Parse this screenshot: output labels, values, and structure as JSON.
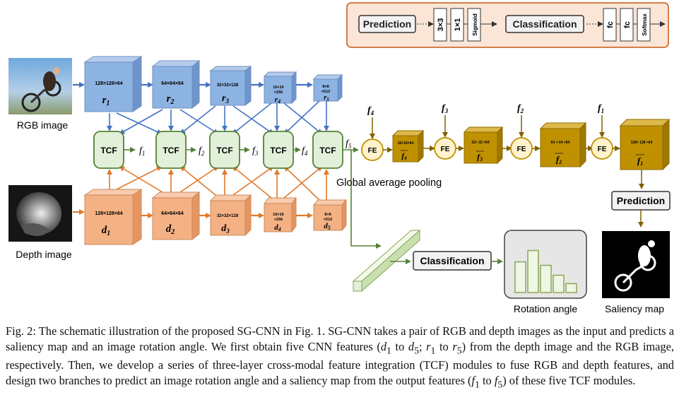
{
  "legend": {
    "prediction": "Prediction",
    "classification": "Classification",
    "layers_prediction": [
      "3×3",
      "1×1",
      "Sigmoid"
    ],
    "layers_classification": [
      "fc",
      "fc",
      "Softmax"
    ]
  },
  "inputs": {
    "rgb_label": "RGB image",
    "depth_label": "Depth image"
  },
  "rgb_blocks": [
    {
      "dims": "128×128×64",
      "name": "r",
      "sub": "1"
    },
    {
      "dims": "64×64×64",
      "name": "r",
      "sub": "2"
    },
    {
      "dims": "32×32×128",
      "name": "r",
      "sub": "3"
    },
    {
      "dims1": "16×16",
      "dims2": "×256",
      "name": "r",
      "sub": "4"
    },
    {
      "dims1": "8×8",
      "dims2": "×512",
      "name": "r",
      "sub": "5"
    }
  ],
  "depth_blocks": [
    {
      "dims": "128×128×64",
      "name": "d",
      "sub": "1"
    },
    {
      "dims": "64×64×64",
      "name": "d",
      "sub": "2"
    },
    {
      "dims": "32×32×128",
      "name": "d",
      "sub": "3"
    },
    {
      "dims1": "16×16",
      "dims2": "×256",
      "name": "d",
      "sub": "4"
    },
    {
      "dims1": "8×8",
      "dims2": "×512",
      "name": "d",
      "sub": "5"
    }
  ],
  "tcf": {
    "label": "TCF",
    "outputs": [
      {
        "name": "f",
        "sub": "1"
      },
      {
        "name": "f",
        "sub": "2"
      },
      {
        "name": "f",
        "sub": "3"
      },
      {
        "name": "f",
        "sub": "4"
      },
      {
        "name": "f",
        "sub": "5"
      }
    ]
  },
  "fe": {
    "label": "FE",
    "inputs": [
      {
        "name": "f",
        "sub": "4"
      },
      {
        "name": "f",
        "sub": "3"
      },
      {
        "name": "f",
        "sub": "2"
      },
      {
        "name": "f",
        "sub": "1"
      }
    ]
  },
  "decoder_blocks": [
    {
      "dims": "16×16×64",
      "sub": "4"
    },
    {
      "dims": "32× 32 ×64",
      "sub": "3"
    },
    {
      "dims": "64 × 64 ×64",
      "sub": "2"
    },
    {
      "dims": "128× 128 ×64",
      "sub": "1"
    }
  ],
  "gap_label": "Global average pooling",
  "prediction_label": "Prediction",
  "classification_label": "Classification",
  "rotation_label": "Rotation angle",
  "saliency_label": "Saliency map",
  "rotation_bars": [
    0.62,
    0.85,
    0.55,
    0.35,
    0.18
  ],
  "colors": {
    "rgb": "#8db3e2",
    "depth": "#f4b183",
    "tcf": "#e2efd9",
    "tcf_border": "#548235",
    "decoder": "#bf9000",
    "fe": "#fff2cc",
    "fe_border": "#bf9000",
    "blue_arrow": "#4472c4",
    "orange_arrow": "#e07a2c",
    "green_arrow": "#548235",
    "legend_border": "#c55a11",
    "legend_bg": "#fbe5d6"
  },
  "caption": {
    "p1": "Fig. 2: The schematic illustration of the proposed SG-CNN in Fig. 1. SG-CNN takes a pair of RGB and depth images as the input and predicts a saliency map and an image rotation angle. We first obtain five CNN features (",
    "p1_d1": "d",
    "p1_s1": "1",
    "p1_to1": " to ",
    "p1_d5": "d",
    "p1_s5": "5",
    "p1_sep": "; ",
    "p1_r1": "r",
    "p1_rs1": "1",
    "p1_to2": " to ",
    "p1_r5": "r",
    "p1_rs5": "5",
    "p2": ") from the depth image and the RGB image, respectively. Then, we develop a series of three-layer cross-modal feature integration (TCF) modules to fuse RGB and depth features, and design two branches to predict an image rotation angle and a saliency map from the output features (",
    "p2_f1": "f",
    "p2_fs1": "1",
    "p2_to": " to ",
    "p2_f5": "f",
    "p2_fs5": "5",
    "p3": ") of these five TCF modules."
  }
}
